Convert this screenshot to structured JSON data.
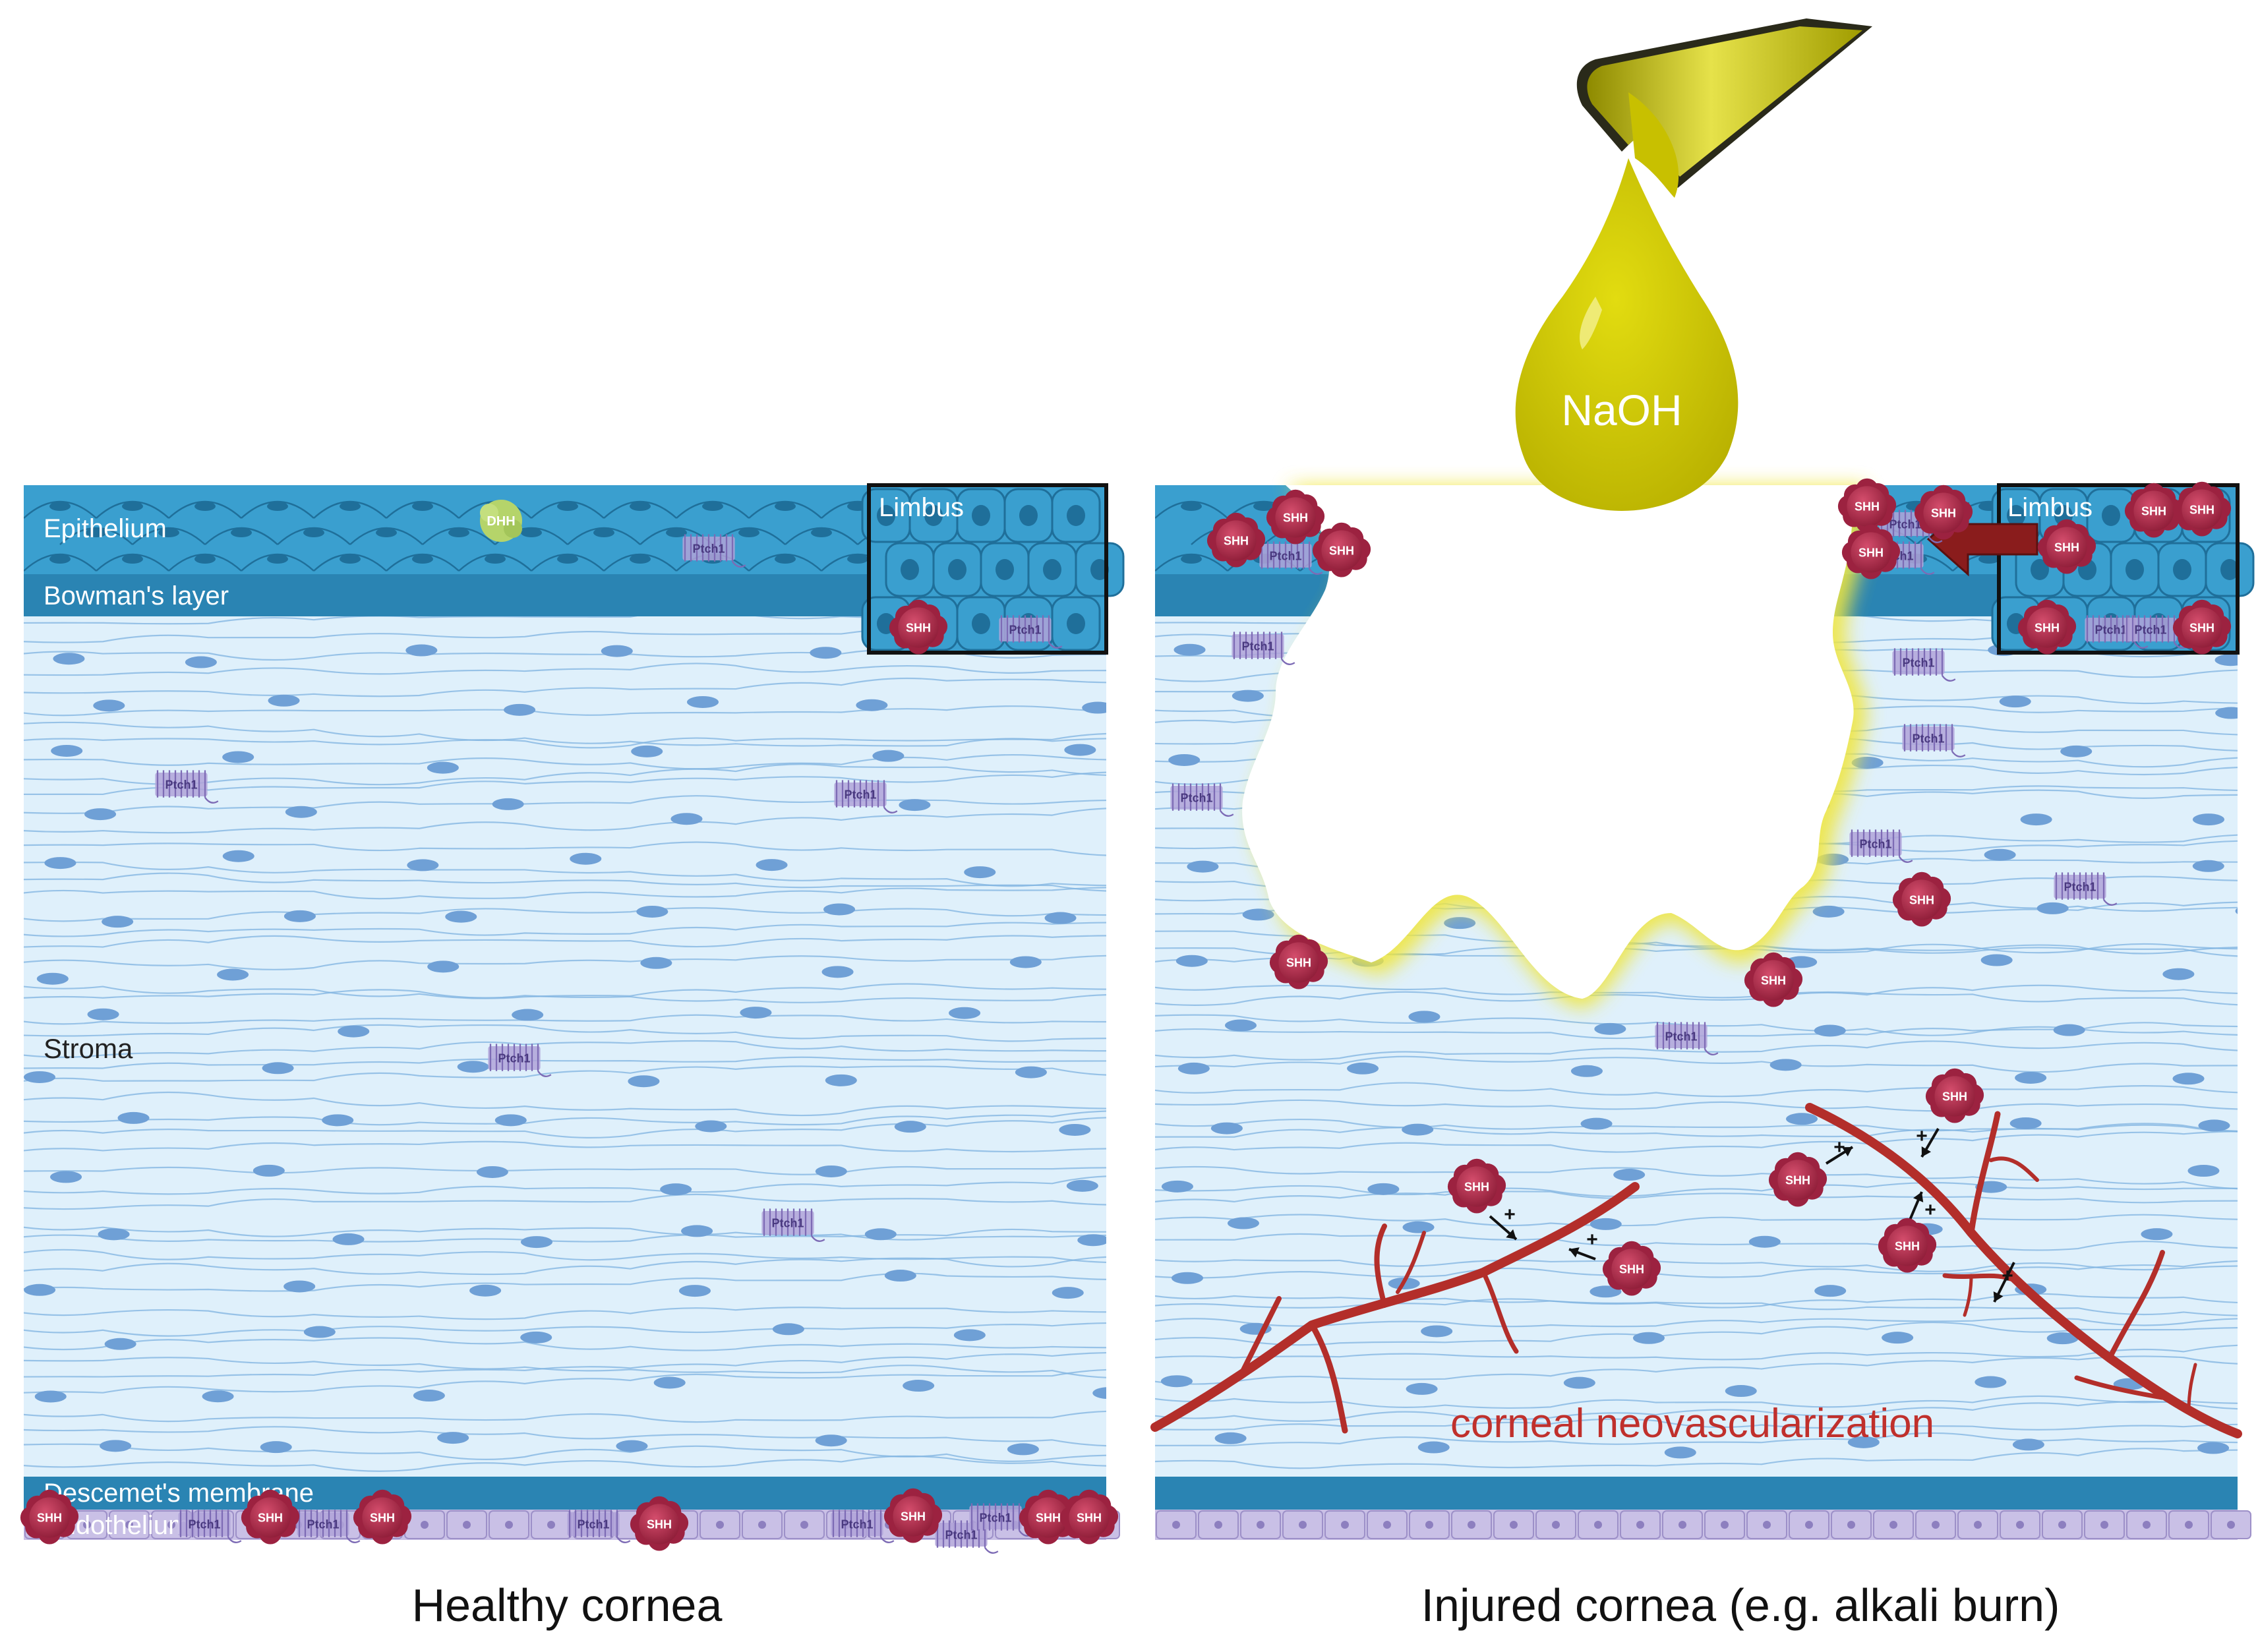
{
  "panels": {
    "healthy": {
      "caption": "Healthy cornea",
      "layers": {
        "epithelium": "Epithelium",
        "bowman": "Bowman's layer",
        "stroma": "Stroma",
        "descemet": "Descemet's membrane",
        "endothelium": "Endothelium"
      },
      "limbus": "Limbus",
      "dhh": "DHH"
    },
    "injured": {
      "caption": "Injured cornea (e.g. alkali burn)",
      "limbus": "Limbus",
      "droplet": "NaOH",
      "annotation": "corneal neovascularization"
    }
  },
  "labels": {
    "shh": "SHH",
    "ptch1": "Ptch1",
    "plus": "+"
  },
  "colors": {
    "epithelium": "#3a9fcf",
    "bowman": "#2a84b3",
    "stroma": "#dff0fb",
    "fiber": "#7fb3e0",
    "keratocyte": "#6fa0d6",
    "descemet": "#2a84b3",
    "endothelium": "#c9c0e6",
    "shh": "#b3284a",
    "ptch1": "#9b8ac9",
    "vessel": "#b32e2a",
    "naoh": "#d4cc00",
    "burn_glow": "#f0e640",
    "annotation": "#c0302c",
    "arrow": "#8a1c1c"
  }
}
